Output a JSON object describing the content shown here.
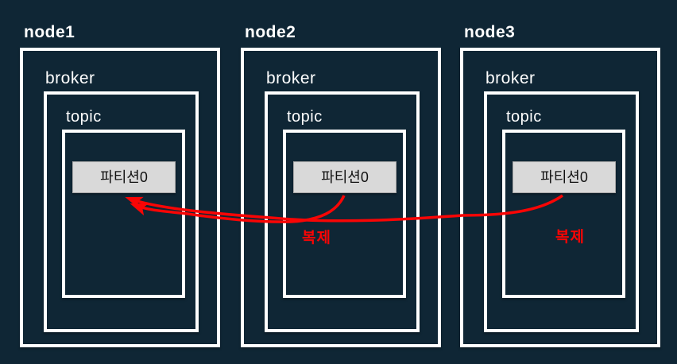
{
  "diagram": {
    "title": "kafka replication diagram",
    "colors": {
      "background": "#0f2635",
      "box_border": "#ffffff",
      "partition_fill": "#d9d9d9",
      "arrow_red": "#f90505"
    }
  },
  "nodes": [
    {
      "label": "node1",
      "broker_label": "broker",
      "topic_label": "topic",
      "partition_label": "파티션0"
    },
    {
      "label": "node2",
      "broker_label": "broker",
      "topic_label": "topic",
      "partition_label": "파티션0",
      "replication_label": "복제"
    },
    {
      "label": "node3",
      "broker_label": "broker",
      "topic_label": "topic",
      "partition_label": "파티션0",
      "replication_label": "복제"
    }
  ]
}
